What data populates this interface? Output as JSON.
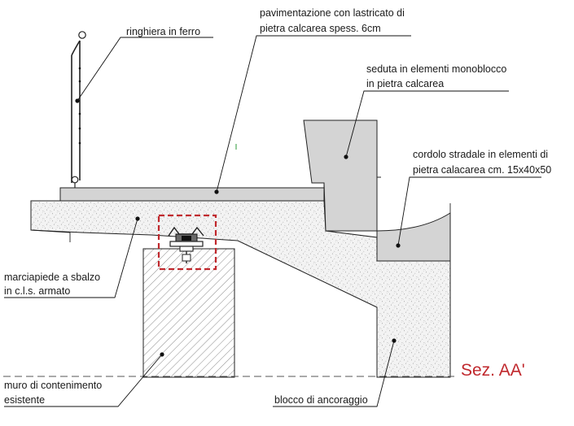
{
  "labels": {
    "railing": "ringhiera in ferro",
    "paving_line1": "pavimentazione con lastricato di",
    "paving_line2": "pietra calcarea spess. 6cm",
    "seat_line1": "seduta in elementi monoblocco",
    "seat_line2": "in pietra calcarea",
    "curb_line1": "cordolo stradale in elementi di",
    "curb_line2": "pietra calacarea cm. 15x40x50",
    "sidewalk_line1": "marciapiede a sbalzo",
    "sidewalk_line2": "in c.l.s. armato",
    "wall_line1": "muro di contenimento",
    "wall_line2": "esistente",
    "anchor_block": "blocco di ancoraggio",
    "section": "Sez. AA'"
  },
  "colors": {
    "concrete_fill": "#f2f2f2",
    "concrete_speckle": "#9a9a9a",
    "stone_fill": "#d4d4d4",
    "hatch": "#8c8c8c",
    "detail_highlight": "#c0282d",
    "section_text": "#c0282d",
    "line": "#111111"
  }
}
